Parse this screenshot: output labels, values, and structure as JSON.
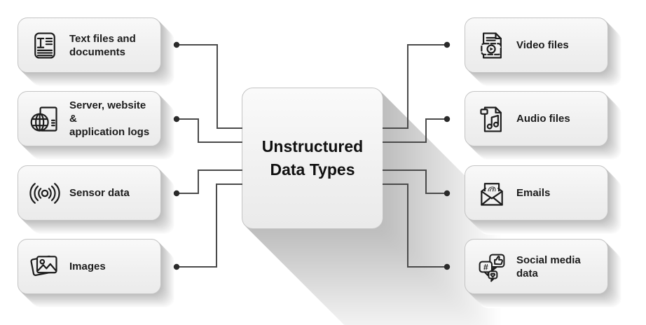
{
  "title": "Unstructured\nData Types",
  "theme": {
    "background": "#ffffff",
    "card_fill": "#f0f0f0",
    "card_border": "#c4c4c4",
    "line_color": "#4a4a4a",
    "dot_color": "#2a2a2a",
    "text_color": "#1c1c1c",
    "shadow_color": "#bdbdbd"
  },
  "left_cards": [
    {
      "label": "Text files and\ndocuments",
      "icon": "text-document-icon"
    },
    {
      "label": "Server, website &\napplication logs",
      "icon": "globe-logs-icon"
    },
    {
      "label": "Sensor data",
      "icon": "sensor-signal-icon"
    },
    {
      "label": "Images",
      "icon": "images-icon"
    }
  ],
  "right_cards": [
    {
      "label": "Video files",
      "icon": "video-file-icon"
    },
    {
      "label": "Audio files",
      "icon": "audio-file-icon"
    },
    {
      "label": "Emails",
      "icon": "email-icon"
    },
    {
      "label": "Social media\ndata",
      "icon": "social-media-icon"
    }
  ],
  "icon_glyphs": {
    "email_at": "@",
    "social_hash": "#"
  }
}
